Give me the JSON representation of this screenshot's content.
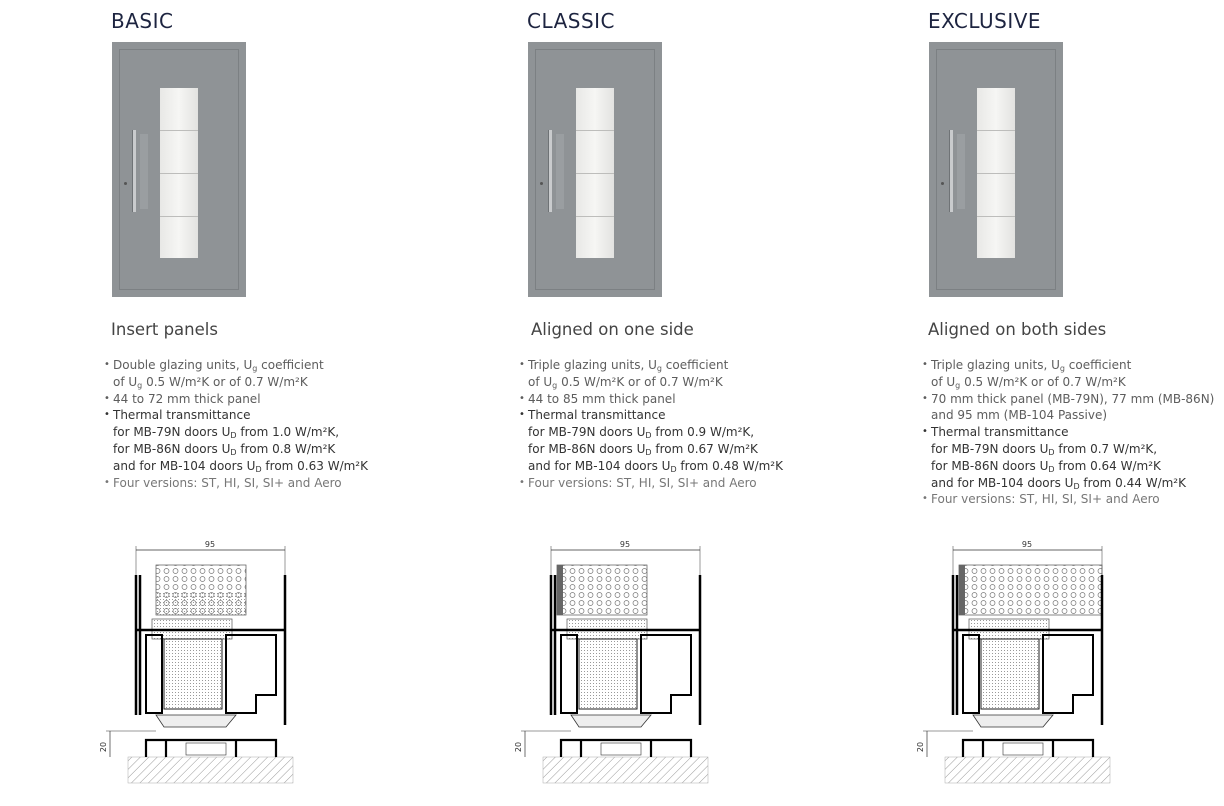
{
  "columns": [
    {
      "title": "BASIC",
      "subtitle": "Insert panels",
      "bullets": [
        {
          "tone": "normal",
          "lines": [
            [
              "Double glazing units, U",
              {
                "sub": "g"
              },
              " coefficient"
            ],
            [
              "of U",
              {
                "sub": "g"
              },
              " 0.5 W/m²K or of 0.7 W/m²K"
            ]
          ]
        },
        {
          "tone": "normal",
          "lines": [
            [
              "44 to 72 mm thick panel"
            ]
          ]
        },
        {
          "tone": "dark",
          "lines": [
            [
              "Thermal transmittance"
            ],
            [
              "for MB-79N doors U",
              {
                "sub": "D"
              },
              " from 1.0 W/m²K,"
            ],
            [
              "for MB-86N doors U",
              {
                "sub": "D"
              },
              " from 0.8 W/m²K"
            ],
            [
              "and for MB-104 doors U",
              {
                "sub": "D"
              },
              " from 0.63 W/m²K"
            ]
          ]
        },
        {
          "tone": "light",
          "lines": [
            [
              "Four versions: ST, HI, SI, SI+ and Aero"
            ]
          ]
        }
      ],
      "drawing": {
        "width_dim": "95",
        "height_dim": "20",
        "variant": "insert"
      }
    },
    {
      "title": "CLASSIC",
      "subtitle": "Aligned on one side",
      "bullets": [
        {
          "tone": "normal",
          "lines": [
            [
              "Triple glazing units, U",
              {
                "sub": "g"
              },
              " coefficient"
            ],
            [
              "of U",
              {
                "sub": "g"
              },
              " 0.5 W/m²K or of 0.7 W/m²K"
            ]
          ]
        },
        {
          "tone": "normal",
          "lines": [
            [
              "44 to 85 mm thick panel"
            ]
          ]
        },
        {
          "tone": "dark",
          "lines": [
            [
              "Thermal transmittance"
            ],
            [
              "for MB-79N doors U",
              {
                "sub": "D"
              },
              " from 0.9 W/m²K,"
            ],
            [
              "for MB-86N doors U",
              {
                "sub": "D"
              },
              " from 0.67 W/m²K"
            ],
            [
              "and for MB-104 doors U",
              {
                "sub": "D"
              },
              " from 0.48 W/m²K"
            ]
          ]
        },
        {
          "tone": "light",
          "lines": [
            [
              "Four versions: ST, HI, SI, SI+ and Aero"
            ]
          ]
        }
      ],
      "drawing": {
        "width_dim": "95",
        "height_dim": "20",
        "variant": "one-side"
      }
    },
    {
      "title": "EXCLUSIVE",
      "subtitle": "Aligned on both sides",
      "bullets": [
        {
          "tone": "normal",
          "lines": [
            [
              "Triple glazing units, U",
              {
                "sub": "g"
              },
              " coefficient"
            ],
            [
              "of U",
              {
                "sub": "g"
              },
              " 0.5 W/m²K or of 0.7 W/m²K"
            ]
          ]
        },
        {
          "tone": "normal",
          "lines": [
            [
              "70 mm thick panel (MB-79N), 77 mm (MB-86N)"
            ],
            [
              "and 95 mm (MB-104 Passive)"
            ]
          ]
        },
        {
          "tone": "dark",
          "lines": [
            [
              "Thermal transmittance"
            ],
            [
              "for MB-79N doors U",
              {
                "sub": "D"
              },
              " from 0.7 W/m²K,"
            ],
            [
              "for MB-86N doors U",
              {
                "sub": "D"
              },
              " from 0.64 W/m²K"
            ],
            [
              "and for MB-104 doors U",
              {
                "sub": "D"
              },
              " from 0.44 W/m²K"
            ]
          ]
        },
        {
          "tone": "light",
          "lines": [
            [
              "Four versions: ST, HI, SI, SI+ and Aero"
            ]
          ]
        }
      ],
      "drawing": {
        "width_dim": "95",
        "height_dim": "20",
        "variant": "both-sides"
      }
    }
  ],
  "colors": {
    "title": "#1d2440",
    "door": "#8f9396",
    "text": "#5d5d5d"
  }
}
